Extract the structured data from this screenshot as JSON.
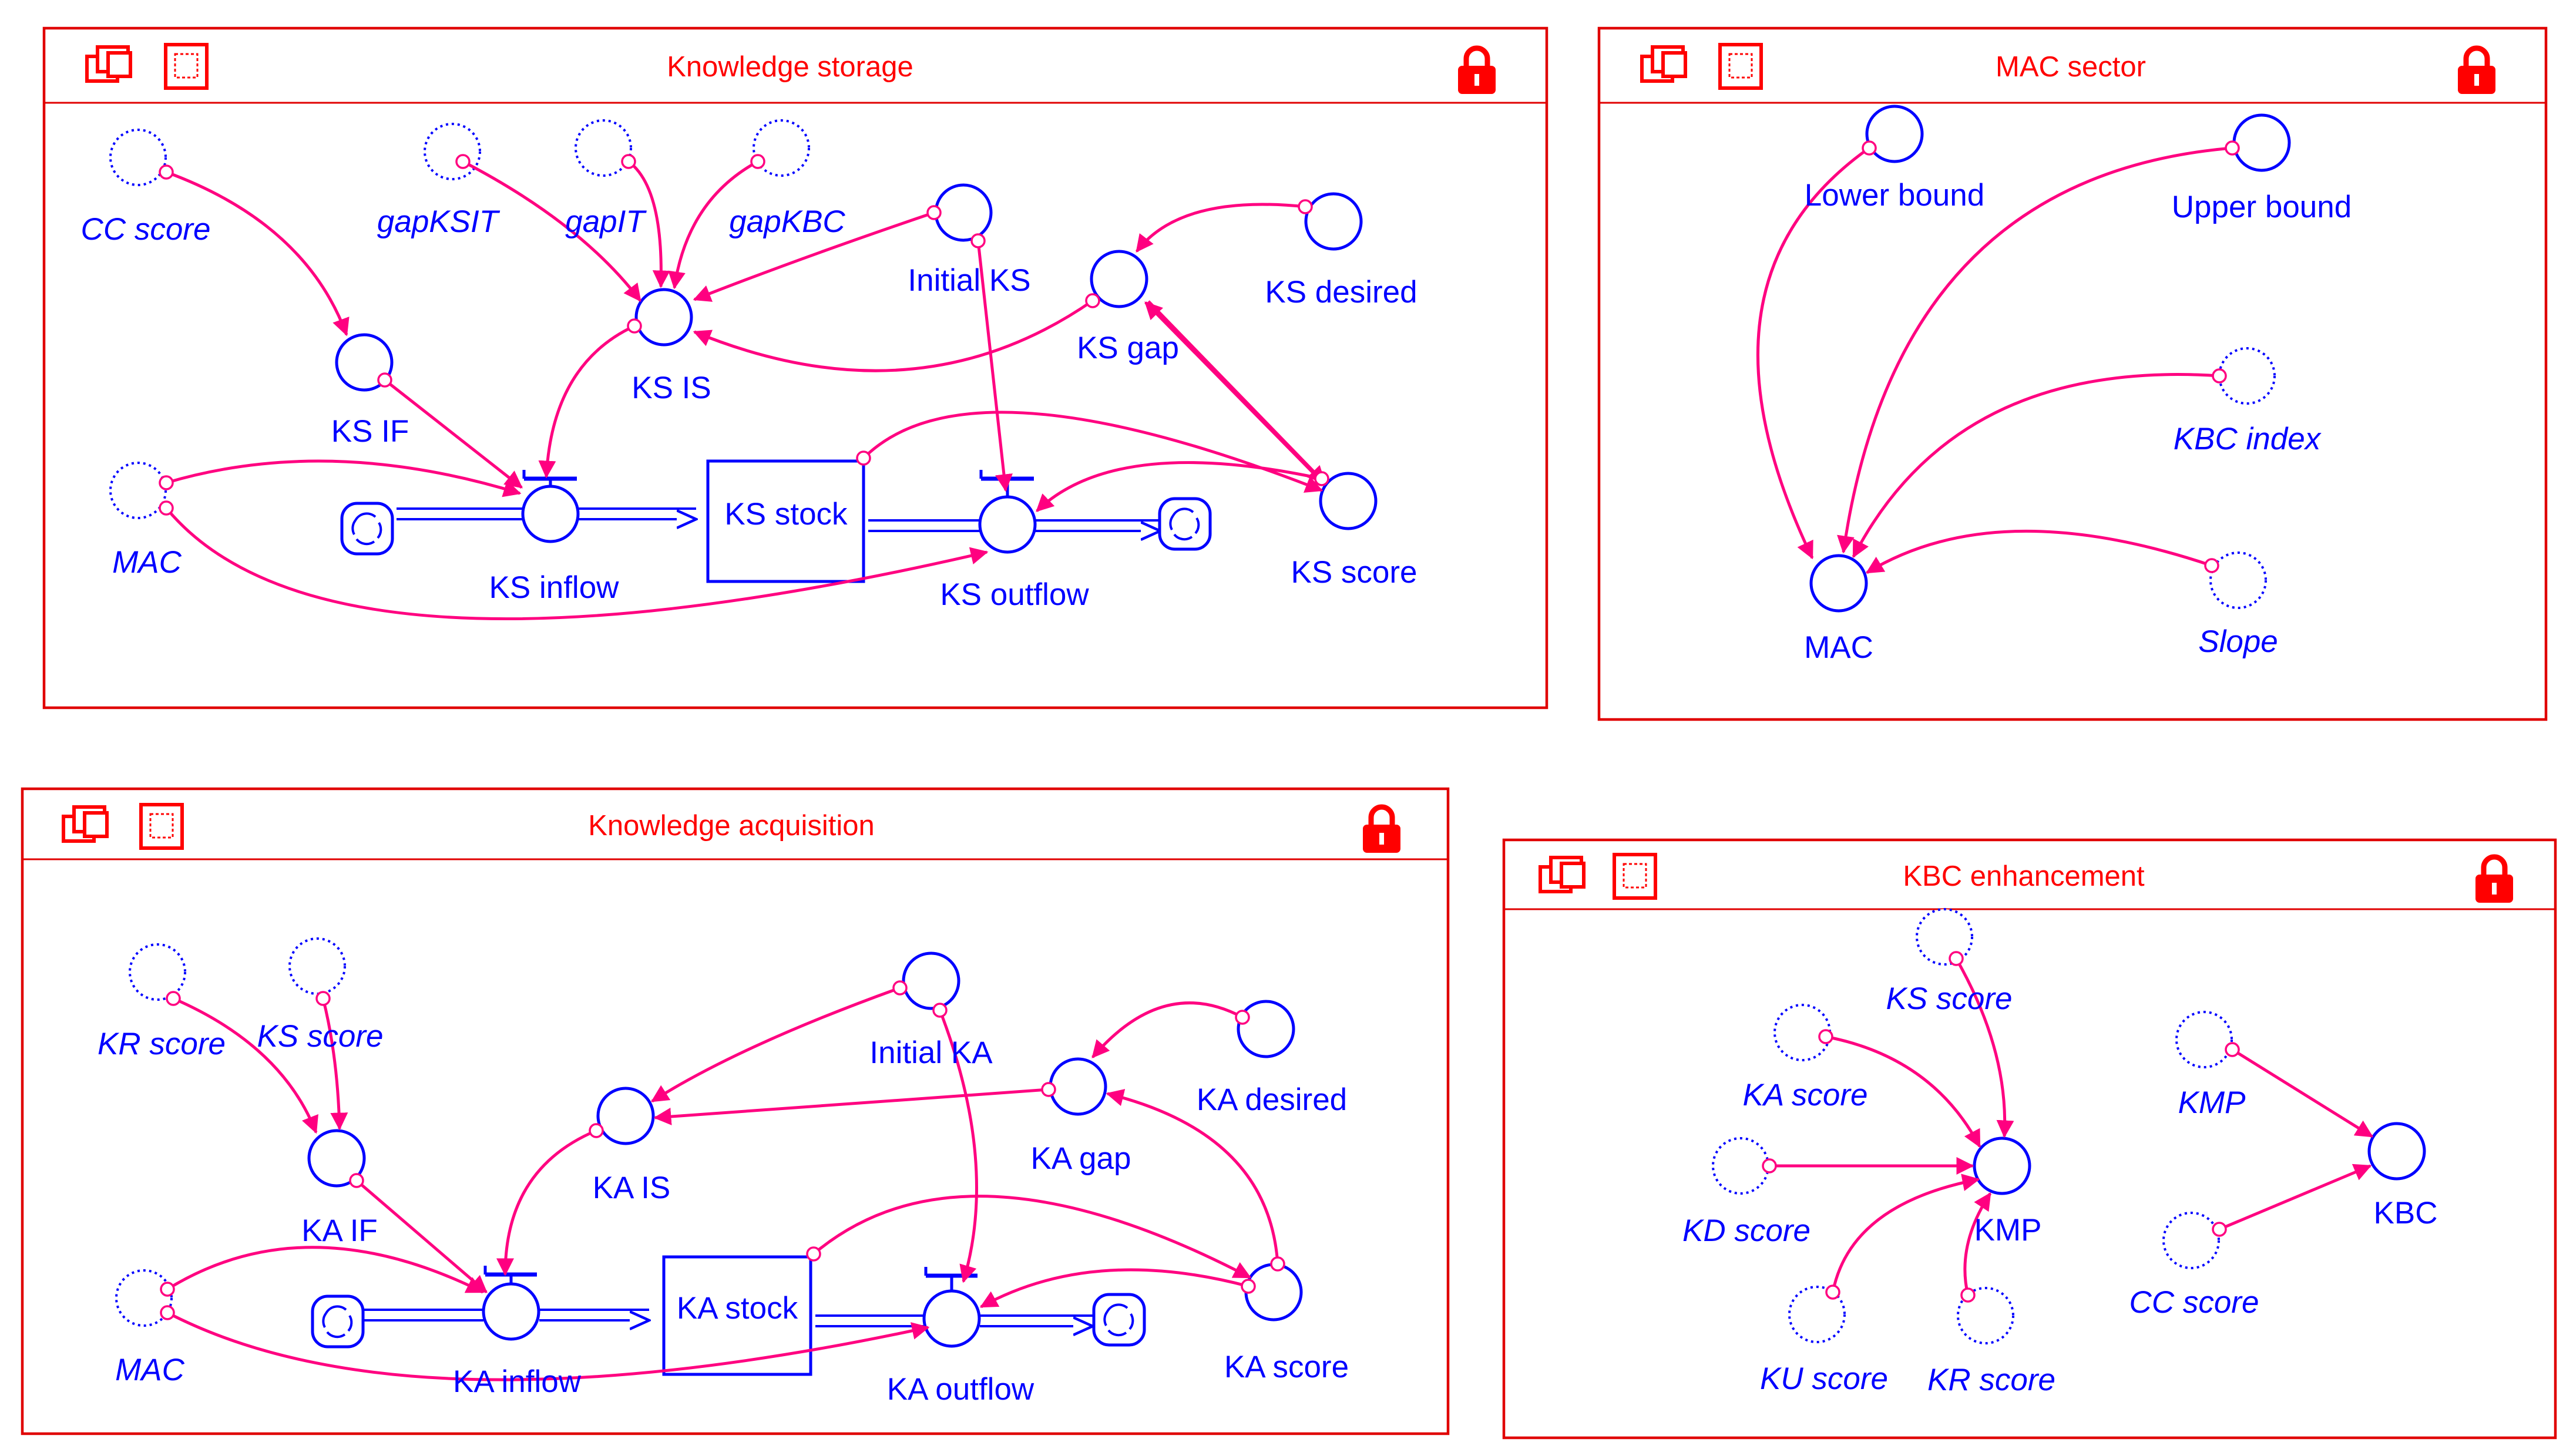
{
  "colors": {
    "frame": "#e00000",
    "variable": "#0000ff",
    "link": "#ff0080",
    "title": "#ff0000"
  },
  "icons": [
    "window-stack-icon",
    "sector-frame-icon",
    "padlock-icon",
    "cloud-source-icon",
    "valve-icon",
    "connector-arrow"
  ],
  "sectors": {
    "knowledge_storage": {
      "title": "Knowledge storage",
      "labels": {
        "cc_score": "CC score",
        "gapksit": "gapKSIT",
        "gapit": "gapIT",
        "gapkbc": "gapKBC",
        "initial_ks": "Initial KS",
        "ks_desired": "KS desired",
        "ks_is": "KS IS",
        "ks_gap": "KS gap",
        "ks_if": "KS IF",
        "mac": "MAC",
        "ks_stock": "KS stock",
        "ks_inflow": "KS inflow",
        "ks_outflow": "KS outflow",
        "ks_score": "KS score"
      }
    },
    "mac_sector": {
      "title": "MAC sector",
      "labels": {
        "lower_bound": "Lower bound",
        "upper_bound": "Upper bound",
        "kbc_index": "KBC index",
        "slope": "Slope",
        "mac": "MAC"
      }
    },
    "knowledge_acquisition": {
      "title": "Knowledge acquisition",
      "labels": {
        "kr_score": "KR score",
        "ks_score": "KS score",
        "initial_ka": "Initial KA",
        "ka_desired": "KA desired",
        "ka_is": "KA IS",
        "ka_gap": "KA gap",
        "ka_if": "KA IF",
        "mac": "MAC",
        "ka_stock": "KA stock",
        "ka_inflow": "KA inflow",
        "ka_outflow": "KA outflow",
        "ka_score": "KA score"
      }
    },
    "kbc_enhancement": {
      "title": "KBC enhancement",
      "labels": {
        "ks_score": "KS score",
        "ka_score": "KA score",
        "kd_score": "KD score",
        "ku_score": "KU score",
        "kr_score": "KR score",
        "kmp": "KMP",
        "kmp_ghost": "KMP",
        "cc_score": "CC score",
        "kbc": "KBC"
      }
    }
  }
}
